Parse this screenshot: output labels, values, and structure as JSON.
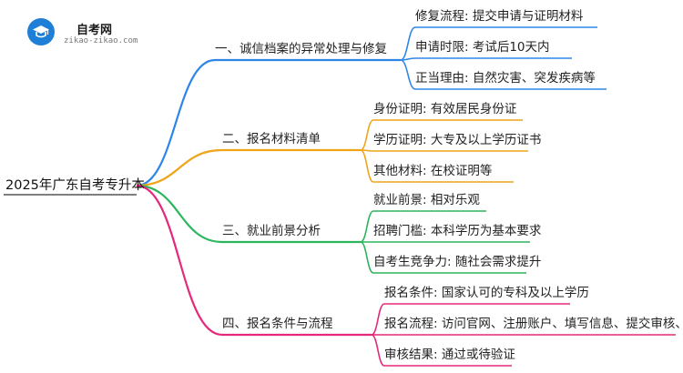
{
  "logo": {
    "title": "自考网",
    "subtitle": "zikao-zikao.com",
    "icon": "graduation-cap-icon"
  },
  "root": {
    "label": "2025年广东自考专升本"
  },
  "colors": {
    "branch_blue": "#2f86e8",
    "branch_orange": "#f0a418",
    "branch_green": "#2bb55c",
    "branch_magenta": "#e5287b"
  },
  "branches": [
    {
      "label": "一、诚信档案的异常处理与修复",
      "color": "#2f86e8",
      "children": [
        "修复流程: 提交申请与证明材料",
        "申请时限: 考试后10天内",
        "正当理由: 自然灾害、突发疾病等"
      ]
    },
    {
      "label": "二、报名材料清单",
      "color": "#f0a418",
      "children": [
        "身份证明: 有效居民身份证",
        "学历证明: 大专及以上学历证书",
        "其他材料: 在校证明等"
      ]
    },
    {
      "label": "三、就业前景分析",
      "color": "#2bb55c",
      "children": [
        "就业前景: 相对乐观",
        "招聘门槛: 本科学历为基本要求",
        "自考生竞争力: 随社会需求提升"
      ]
    },
    {
      "label": "四、报名条件与流程",
      "color": "#e5287b",
      "children": [
        "报名条件: 国家认可的专科及以上学历",
        "报名流程: 访问官网、注册账户、填写信息、提交审核、缴费",
        "审核结果: 通过或待验证"
      ]
    }
  ]
}
